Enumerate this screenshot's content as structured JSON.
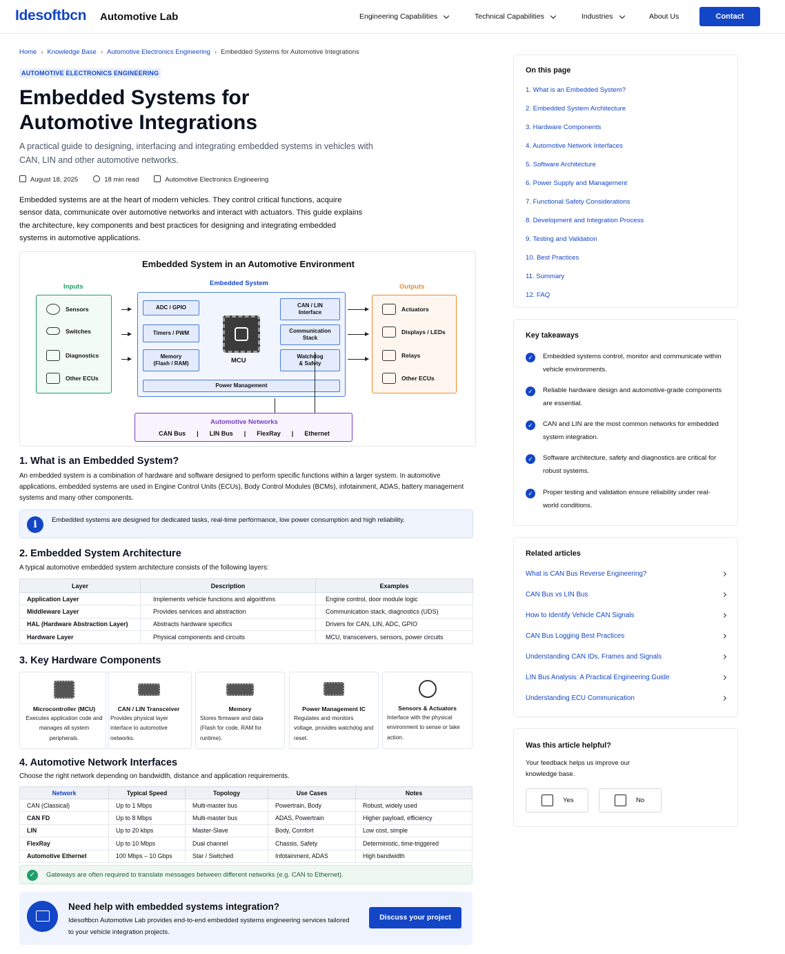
{
  "header": {
    "logo": "Idesoftbcn",
    "logo_sub": "Automotive Lab",
    "nav": [
      "Engineering Capabilities",
      "Technical Capabilities",
      "Industries",
      "About Us"
    ],
    "contact": "Contact"
  },
  "breadcrumb": [
    "Home",
    "Knowledge Base",
    "Automotive Electronics Engineering",
    "Embedded Systems for Automotive Integrations"
  ],
  "article": {
    "tag": "AUTOMOTIVE ELECTRONICS ENGINEERING",
    "title": "Embedded Systems for Automotive Integrations",
    "lead": "A practical guide to designing, interfacing and integrating embedded systems in vehicles with CAN, LIN and other automotive networks.",
    "date": "August 18, 2025",
    "read": "18 min read",
    "category": "Automotive Electronics Engineering",
    "intro": "Embedded systems are at the heart of modern vehicles. They control critical functions, acquire sensor data, communicate over automotive networks and interact with actuators. This guide explains the architecture, key components and best practices for designing and integrating embedded systems in automotive applications."
  },
  "diagram": {
    "title": "Embedded System in an Automotive Environment",
    "inputs_label": "Inputs",
    "outputs_label": "Outputs",
    "embedded_label": "Embedded System",
    "inputs": [
      "Sensors",
      "Switches",
      "Diagnostics",
      "Other ECUs"
    ],
    "outputs": [
      "Actuators",
      "Displays / LEDs",
      "Relays",
      "Other ECUs"
    ],
    "left_modules": [
      "ADC / GPIO",
      "Timers / PWM",
      "Memory\n(Flash / RAM)"
    ],
    "right_modules": [
      "CAN / LIN\nInterface",
      "Communication\nStack",
      "Watchdog\n& Safety"
    ],
    "mcu": "MCU",
    "power": "Power Management",
    "networks_label": "Automotive Networks",
    "networks": [
      "CAN Bus",
      "|",
      "LIN Bus",
      "|",
      "FlexRay",
      "|",
      "Ethernet"
    ]
  },
  "s1": {
    "title": "1. What is an Embedded System?",
    "text": "An embedded system is a combination of hardware and software designed to perform specific functions within a larger system. In automotive applications, embedded systems are used in Engine Control Units (ECUs), Body Control Modules (BCMs), infotainment, ADAS, battery management systems and many other components.",
    "info": "Embedded systems are designed for dedicated tasks, real-time performance, low power consumption and high reliability."
  },
  "s2": {
    "title": "2. Embedded System Architecture",
    "text": "A typical automotive embedded system architecture consists of the following layers:",
    "headers": [
      "Layer",
      "Description",
      "Examples"
    ],
    "rows": [
      [
        "Application Layer",
        "Implements vehicle functions and algorithms",
        "Engine control, door module logic"
      ],
      [
        "Middleware Layer",
        "Provides services and abstraction",
        "Communication stack, diagnostics (UDS)"
      ],
      [
        "HAL (Hardware Abstraction Layer)",
        "Abstracts hardware specifics",
        "Drivers for CAN, LIN, ADC, GPIO"
      ],
      [
        "Hardware Layer",
        "Physical components and circuits",
        "MCU, transceivers, sensors, power circuits"
      ]
    ]
  },
  "s3": {
    "title": "3. Key Hardware Components",
    "cards": [
      {
        "title": "Microcontroller (MCU)",
        "desc": "Executes application code and manages all system peripherals."
      },
      {
        "title": "CAN / LIN Transceiver",
        "desc": "Provides physical layer interface to automotive networks."
      },
      {
        "title": "Memory",
        "desc": "Stores firmware and data (Flash for code, RAM for runtime)."
      },
      {
        "title": "Power Management IC",
        "desc": "Regulates and monitors voltage, provides watchdog and reset."
      },
      {
        "title": "Sensors & Actuators",
        "desc": "Interface with the physical environment to sense or take action."
      }
    ]
  },
  "s4": {
    "title": "4. Automotive Network Interfaces",
    "text": "Choose the right network depending on bandwidth, distance and application requirements.",
    "headers": [
      "Network",
      "Typical Speed",
      "Topology",
      "Use Cases",
      "Notes"
    ],
    "rows": [
      [
        "CAN (Classical)",
        "Up to 1 Mbps",
        "Multi-master bus",
        "Powertrain, Body",
        "Robust, widely used"
      ],
      [
        "CAN FD",
        "Up to 8 Mbps",
        "Multi-master bus",
        "ADAS, Powertrain",
        "Higher payload, efficiency"
      ],
      [
        "LIN",
        "Up to 20 kbps",
        "Master-Slave",
        "Body, Comfort",
        "Low cost, simple"
      ],
      [
        "FlexRay",
        "Up to 10 Mbps",
        "Dual channel",
        "Chassis, Safety",
        "Deterministic, time-triggered"
      ],
      [
        "Automotive Ethernet",
        "100 Mbps – 10 Gbps",
        "Star / Switched",
        "Infotainment, ADAS",
        "High bandwidth"
      ]
    ],
    "note": "Gateways are often required to translate messages between different networks (e.g. CAN to Ethernet)."
  },
  "cta": {
    "title": "Need help with embedded systems integration?",
    "text": "Idesoftbcn Automotive Lab provides end-to-end embedded systems engineering services tailored to your vehicle integration projects.",
    "button": "Discuss your project"
  },
  "toc": {
    "title": "On this page",
    "items": [
      "1. What is an Embedded System?",
      "2. Embedded System Architecture",
      "3. Hardware Components",
      "4. Automotive Network Interfaces",
      "5. Software Architecture",
      "6. Power Supply and Management",
      "7. Functional Safety Considerations",
      "8. Development and Integration Process",
      "9. Testing and Validation",
      "10. Best Practices",
      "11. Summary",
      "12. FAQ"
    ]
  },
  "takeaways": {
    "title": "Key takeaways",
    "items": [
      "Embedded systems control, monitor and communicate within vehicle environments.",
      "Reliable hardware design and automotive-grade components are essential.",
      "CAN and LIN are the most common networks for embedded system integration.",
      "Software architecture, safety and diagnostics are critical for robust systems.",
      "Proper testing and validation ensure reliability under real-world conditions."
    ]
  },
  "related": {
    "title": "Related articles",
    "items": [
      "What is CAN Bus Reverse Engineering?",
      "CAN Bus vs LIN Bus",
      "How to Identify Vehicle CAN Signals",
      "CAN Bus Logging Best Practices",
      "Understanding CAN IDs, Frames and Signals",
      "LIN Bus Analysis: A Practical Engineering Guide",
      "Understanding ECU Communication"
    ]
  },
  "feedback": {
    "title": "Was this article helpful?",
    "text": "Your feedback helps us improve our knowledge base.",
    "yes": "Yes",
    "no": "No"
  },
  "colors": {
    "brand": "#1346c6",
    "inputs": "#1e9e6a",
    "outputs": "#f08a2b",
    "networks": "#7b3fc6"
  }
}
